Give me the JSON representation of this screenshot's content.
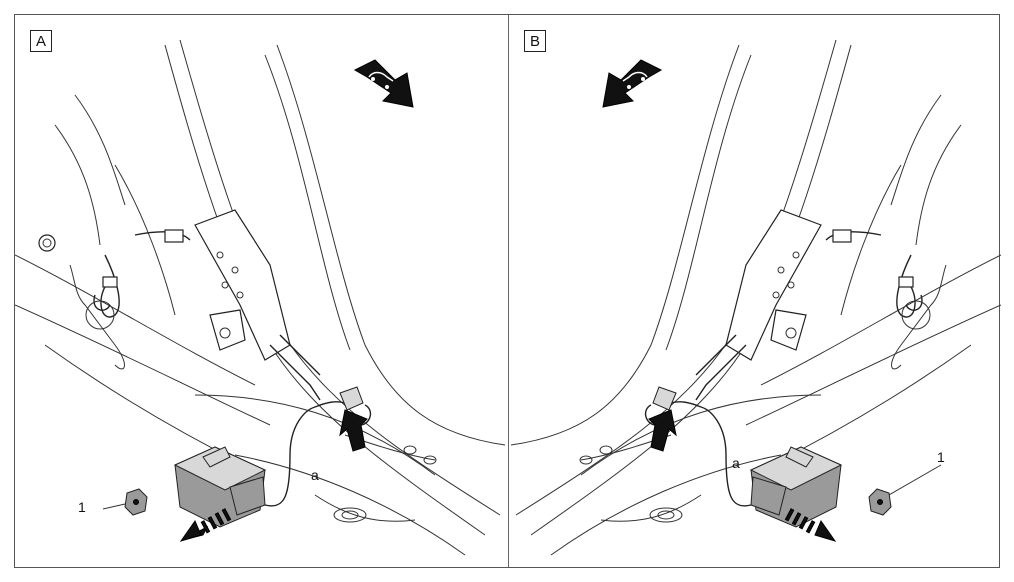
{
  "panels": [
    {
      "id": "A",
      "label": "A",
      "callout_number": "1",
      "callout_letter": "a"
    },
    {
      "id": "B",
      "label": "B",
      "callout_number": "1",
      "callout_letter": "a"
    }
  ],
  "colors": {
    "line": "#222222",
    "component_fill": "#9a9a9a",
    "arrow_fill": "#111111",
    "background": "#ffffff"
  },
  "icons": [
    "vehicle-front-direction-arrow-icon",
    "removal-direction-arrow-icon",
    "insertion-arrow-icon",
    "nut-icon"
  ]
}
